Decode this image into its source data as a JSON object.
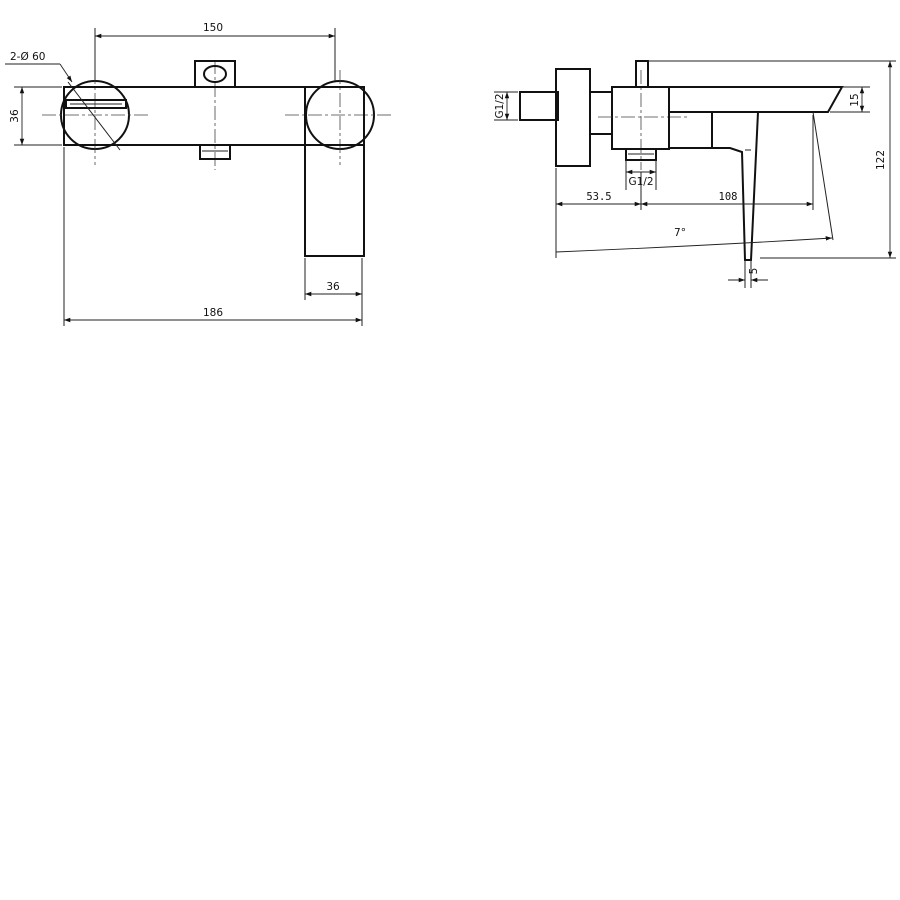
{
  "front_view": {
    "dim_top_width": "150",
    "dim_bore": "2-Ø 60",
    "dim_height": "36",
    "dim_handle_width": "36",
    "dim_total_width": "186"
  },
  "side_view": {
    "dim_inlet_thread": "G1/2",
    "dim_outlet_thread": "G1/2",
    "dim_depth_inlet": "53.5",
    "dim_depth_spout": "108",
    "dim_angle": "7°",
    "dim_spout_height": "15",
    "dim_total_height": "122",
    "dim_handle_thickness": "5"
  }
}
